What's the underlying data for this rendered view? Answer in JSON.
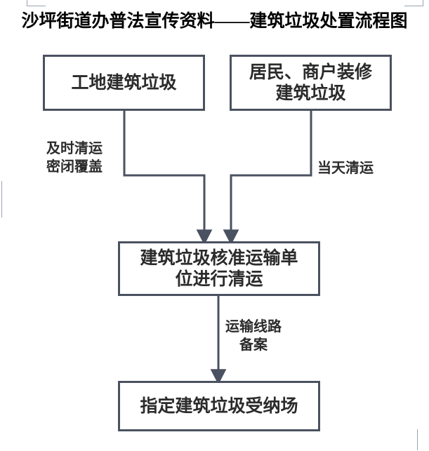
{
  "document": {
    "title": "沙坪街道办普法宣传资料——建筑垃圾处置流程图"
  },
  "flowchart": {
    "nodes": [
      {
        "id": "site-waste",
        "label": "工地建筑垃圾"
      },
      {
        "id": "resident-waste",
        "label": "居民、商户装修\n建筑垃圾"
      },
      {
        "id": "licensed-hauler",
        "label": "建筑垃圾核准运输单\n位进行清运"
      },
      {
        "id": "disposal-site",
        "label": "指定建筑垃圾受纳场"
      }
    ],
    "edge_labels": [
      {
        "id": "left-edge-label",
        "line1": "及时清运",
        "line2": "密闭覆盖"
      },
      {
        "id": "right-edge-label",
        "line1": "当天清运",
        "line2": ""
      },
      {
        "id": "middle-edge-label",
        "line1": "运输线路",
        "line2": "备案"
      }
    ],
    "colors": {
      "box_border": "#4a5160",
      "text": "#2b2b2b",
      "connector": "#4a5160",
      "title": "#000000",
      "background": "#ffffff"
    }
  }
}
